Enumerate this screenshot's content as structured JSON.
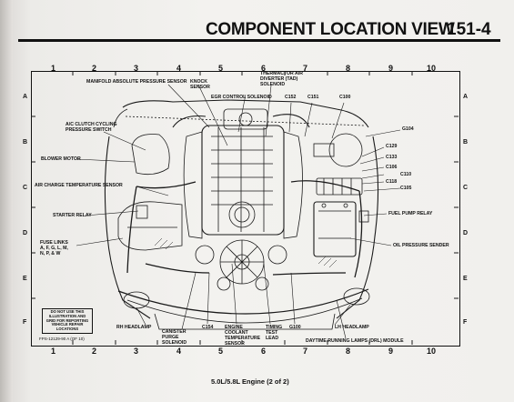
{
  "header": {
    "title": "COMPONENT LOCATION VIEW",
    "page_number": "151-4"
  },
  "grid": {
    "columns": [
      "1",
      "2",
      "3",
      "4",
      "5",
      "6",
      "7",
      "8",
      "9",
      "10"
    ],
    "rows": [
      "A",
      "B",
      "C",
      "D",
      "E",
      "F"
    ]
  },
  "labels": {
    "manifold_absolute_pressure_sensor": "MANIFOLD ABSOLUTE PRESSURE SENSOR",
    "knock_sensor": "KNOCK\nSENSOR",
    "thermactor_air_diverter_solenoid": "THERMACTOR AIR\nDIVERTER (TAD)\nSOLENOID",
    "egr_control_solenoid": "EGR CONTROL SOLENOID",
    "c152": "C152",
    "c151": "C151",
    "c100": "C100",
    "ac_clutch_cycling_pressure_switch": "A/C CLUTCH CYCLING\nPRESSURE SWITCH",
    "g104": "G104",
    "c129": "C129",
    "c133": "C133",
    "c106": "C106",
    "c110": "C110",
    "c118": "C118",
    "c105": "C105",
    "blower_motor": "BLOWER MOTOR",
    "air_charge_temperature_sensor": "AIR CHARGE TEMPERATURE SENSOR",
    "starter_relay": "STARTER RELAY",
    "fuel_pump_relay": "FUEL PUMP RELAY",
    "fuse_links": "FUSE LINKS\nA, F, G, L, M,\nN, P, & W",
    "oil_pressure_sender": "OIL PRESSURE SENDER",
    "rh_headlamp": "RH HEADLAMP",
    "canister_purge_solenoid": "CANISTER\nPURGE\nSOLENOID",
    "c154": "C154",
    "engine_coolant_temperature_sensor": "ENGINE\nCOOLANT\nTEMPERATURE\nSENSOR",
    "timing_test_lead": "TIMING\nTEST\nLEAD",
    "g100": "G100",
    "lh_headlamp": "LH HEADLAMP",
    "daytime_running_lamps_module": "DAYTIME RUNNING LAMPS (DRL) MODULE"
  },
  "note": "DO NOT USE THIS ILLUSTRATION AND GRID FOR REPORTING VEHICLE REPAIR LOCATIONS",
  "drawing_code": "FPS-12129-90 A (OF 10)",
  "caption": "5.0L/5.8L Engine (2 of 2)"
}
